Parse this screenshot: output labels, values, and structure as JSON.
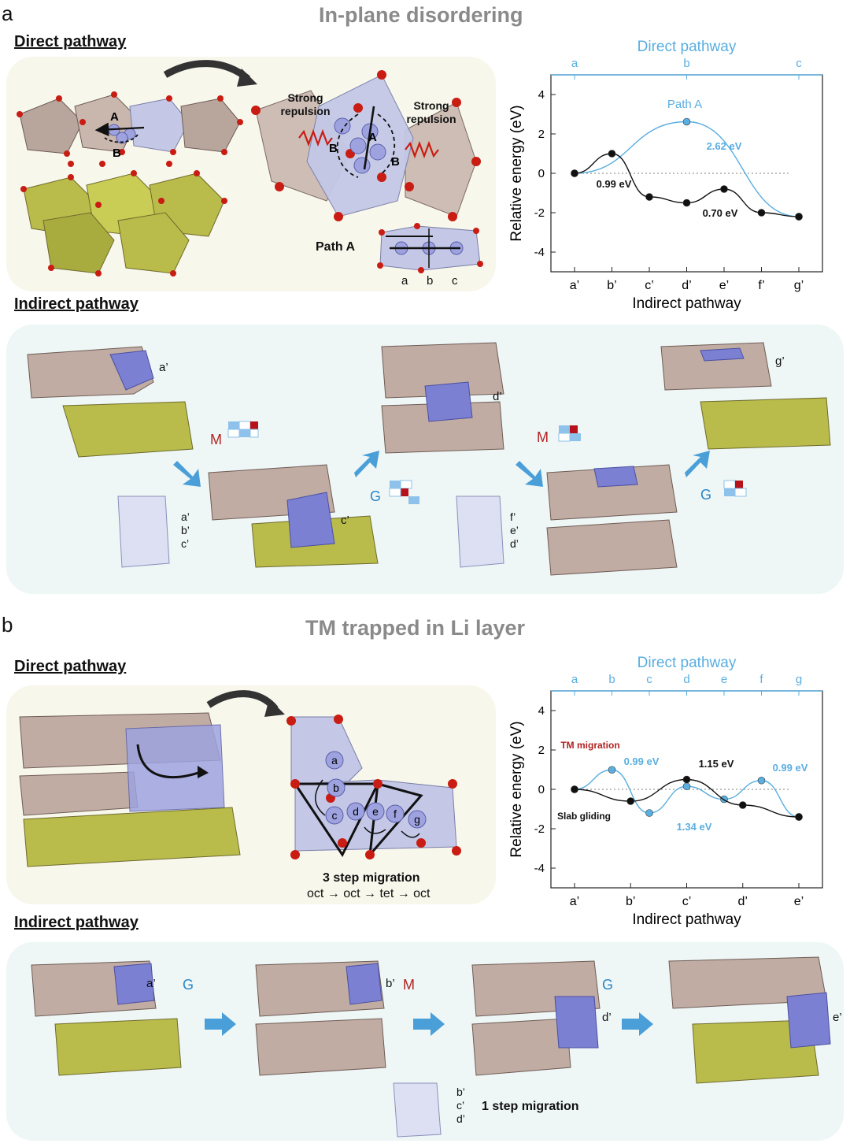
{
  "panels": {
    "a": {
      "letter": "a",
      "title": "In-plane disordering",
      "direct_heading": "Direct pathway",
      "indirect_heading": "Indirect pathway",
      "strong_repulsion": "Strong repulsion",
      "site_A": "A",
      "site_B": "B",
      "path_a_label": "Path A",
      "path_a_sites": [
        "a",
        "b",
        "c"
      ],
      "indirect_labels": [
        "a’",
        "c’",
        "d’",
        "g’"
      ],
      "step_letters": [
        "M",
        "G",
        "M",
        "G"
      ],
      "left_arrow_sites": [
        "a’",
        "b’",
        "c’"
      ],
      "right_arrow_sites": [
        "f’",
        "e’",
        "d’"
      ]
    },
    "b": {
      "letter": "b",
      "title": "TM trapped in Li layer",
      "direct_heading": "Direct pathway",
      "indirect_heading": "Indirect pathway",
      "sites": [
        "a",
        "b",
        "c",
        "d",
        "e",
        "f",
        "g"
      ],
      "migration_title": "3 step migration",
      "migration_sequence": "oct → oct → tet → oct",
      "indirect_labels": [
        "a’",
        "b’",
        "d’",
        "e’"
      ],
      "step_letters": [
        "G",
        "M",
        "G"
      ],
      "arrow_sites": [
        "b’",
        "c’",
        "d’"
      ],
      "one_step": "1 step migration"
    }
  },
  "chart_data": [
    {
      "type": "line",
      "top_axis_title": "Direct pathway",
      "top_ticks": [
        "a",
        "b",
        "c"
      ],
      "xlabel": "Indirect pathway",
      "bottom_ticks": [
        "a’",
        "b’",
        "c’",
        "d’",
        "e’",
        "f’",
        "g’"
      ],
      "ylabel": "Relative energy (eV)",
      "ylim": [
        -5,
        5
      ],
      "yticks": [
        4,
        2,
        0,
        -2,
        -4
      ],
      "series": [
        {
          "name": "Path A",
          "color": "#5aaee0",
          "x_top": [
            0,
            1,
            2
          ],
          "values": [
            0,
            2.62,
            -2.2
          ]
        },
        {
          "color": "#111111",
          "x_bottom": [
            0,
            1,
            2,
            3,
            4,
            5,
            6
          ],
          "values": [
            0,
            1.0,
            -1.2,
            -1.5,
            -0.8,
            -2.0,
            -2.2
          ]
        }
      ],
      "annotations": [
        "2.62 eV",
        "0.99 eV",
        "0.70 eV"
      ]
    },
    {
      "type": "line",
      "top_axis_title": "Direct pathway",
      "top_ticks": [
        "a",
        "b",
        "c",
        "d",
        "e",
        "f",
        "g"
      ],
      "xlabel": "Indirect pathway",
      "bottom_ticks": [
        "a’",
        "b’",
        "c’",
        "d’",
        "e’"
      ],
      "ylabel": "Relative energy (eV)",
      "ylim": [
        -5,
        5
      ],
      "yticks": [
        4,
        2,
        0,
        -2,
        -4
      ],
      "series": [
        {
          "color": "#5aaee0",
          "x_top": [
            0,
            1,
            2,
            3,
            4,
            5,
            6
          ],
          "values": [
            0,
            0.99,
            -1.2,
            0.15,
            -0.5,
            0.45,
            -1.4
          ]
        },
        {
          "color": "#111111",
          "x_bottom": [
            0,
            1,
            2,
            3,
            4
          ],
          "values": [
            0,
            -0.6,
            0.5,
            -0.8,
            -1.4
          ]
        }
      ],
      "annotations": [
        "TM migration",
        "0.99 eV",
        "1.15 eV",
        "0.99 eV",
        "1.34 eV",
        "Slab gliding"
      ]
    }
  ]
}
